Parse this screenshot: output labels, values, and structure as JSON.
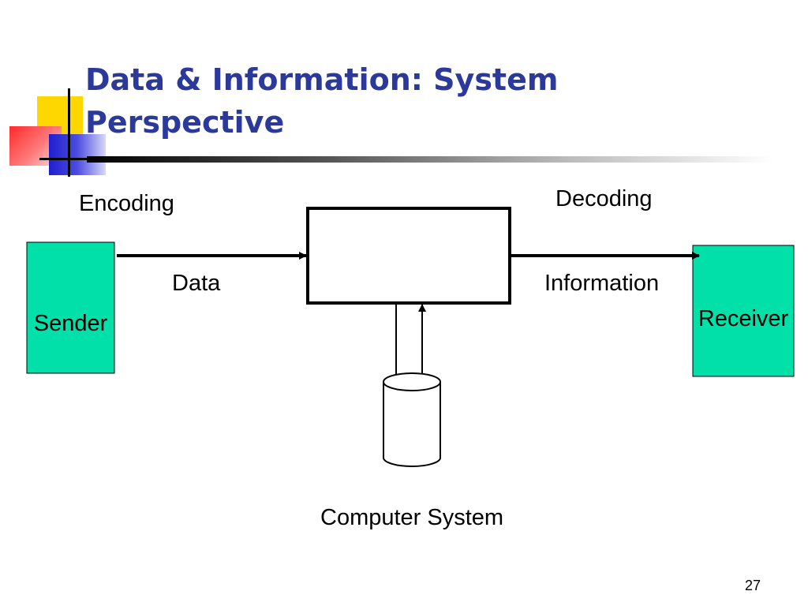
{
  "slide": {
    "title_line1": "Data & Information: System",
    "title_line2": "Perspective",
    "page_number": "27"
  },
  "diagram": {
    "sender_label": "Sender",
    "receiver_label": "Receiver",
    "encoding_label": "Encoding",
    "decoding_label": "Decoding",
    "data_label": "Data",
    "information_label": "Information",
    "storage_label": "Computer System"
  },
  "colors": {
    "title": "#2b3a9a",
    "box_fill": "#00e0a8",
    "deco_yellow": "#ffd700",
    "deco_red": "#ff3333",
    "deco_blue": "#2d2dd0"
  }
}
